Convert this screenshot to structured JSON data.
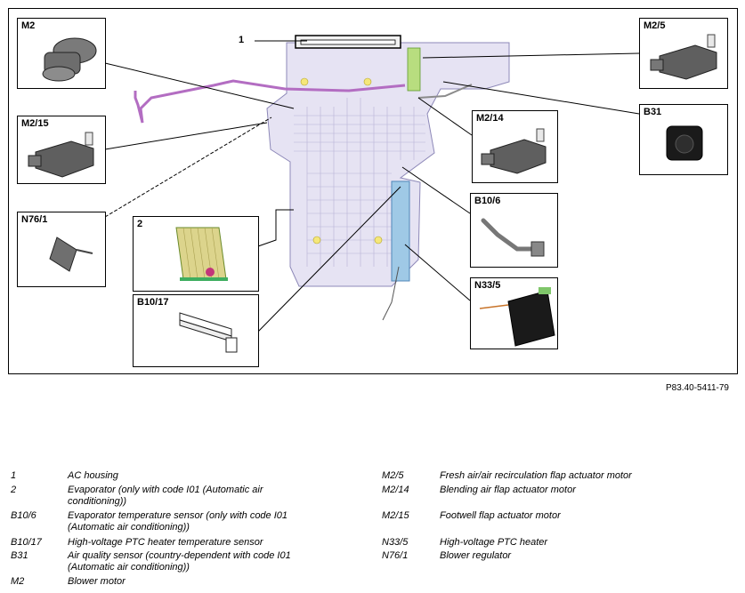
{
  "figure_ref": "P83.40-5411-79",
  "callouts": {
    "c1": "1",
    "M2": "M2",
    "M2_15": "M2/15",
    "N76_1": "N76/1",
    "c2": "2",
    "B10_17": "B10/17",
    "M2_5": "M2/5",
    "M2_14": "M2/14",
    "B31": "B31",
    "B10_6": "B10/6",
    "N33_5": "N33/5"
  },
  "legend_left": [
    {
      "code": "1",
      "desc": "AC housing"
    },
    {
      "code": "2",
      "desc": "Evaporator (only with code I01 (Automatic air conditioning))"
    },
    {
      "code": "B10/6",
      "desc": "Evaporator temperature sensor (only with code I01 (Automatic air conditioning))"
    },
    {
      "code": "B10/17",
      "desc": "High-voltage PTC heater temperature sensor"
    },
    {
      "code": "B31",
      "desc": "Air quality sensor (country-dependent with code I01 (Automatic air conditioning))"
    },
    {
      "code": "M2",
      "desc": "Blower motor"
    }
  ],
  "legend_right": [
    {
      "code": "M2/5",
      "desc": "Fresh air/air recirculation flap actuator motor"
    },
    {
      "code": "M2/14",
      "desc": "Blending air flap actuator motor"
    },
    {
      "code": "M2/15",
      "desc": "Footwell flap actuator motor"
    },
    {
      "code": "N33/5",
      "desc": "High-voltage PTC heater"
    },
    {
      "code": "N76/1",
      "desc": "Blower regulator"
    }
  ]
}
